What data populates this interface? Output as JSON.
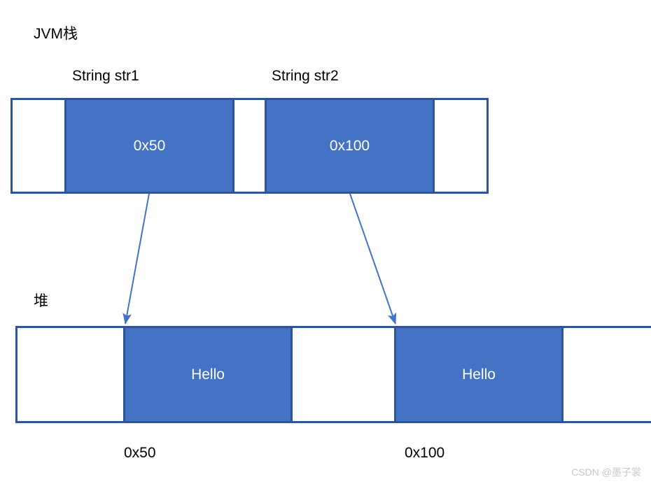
{
  "diagram": {
    "title_stack": "JVM栈",
    "title_heap": "堆",
    "colors": {
      "fill": "#4472C4",
      "border": "#2F5496",
      "arrow": "#4472C4",
      "text_on_fill": "#FFFFFF",
      "text": "#000000",
      "background": "#FFFFFF",
      "watermark": "#C8C8C8"
    }
  },
  "stack": {
    "region_label": "JVM栈",
    "variables": [
      {
        "name": "String str1"
      },
      {
        "name": "String str2"
      }
    ],
    "cells": [
      {
        "kind": "empty",
        "text": ""
      },
      {
        "kind": "filled",
        "text": "0x50"
      },
      {
        "kind": "empty",
        "text": ""
      },
      {
        "kind": "filled",
        "text": "0x100"
      },
      {
        "kind": "empty",
        "text": ""
      }
    ]
  },
  "heap": {
    "region_label": "堆",
    "cells": [
      {
        "kind": "empty",
        "text": ""
      },
      {
        "kind": "filled",
        "text": "Hello"
      },
      {
        "kind": "empty",
        "text": ""
      },
      {
        "kind": "filled",
        "text": "Hello"
      },
      {
        "kind": "empty",
        "text": ""
      }
    ],
    "address_labels": [
      {
        "text": "0x50"
      },
      {
        "text": "0x100"
      }
    ]
  },
  "arrows": [
    {
      "from": "str1-value",
      "to": "heap-object-1",
      "label": ""
    },
    {
      "from": "str2-value",
      "to": "heap-object-2",
      "label": ""
    }
  ],
  "watermark": {
    "text": "CSDN @墨子裳"
  }
}
